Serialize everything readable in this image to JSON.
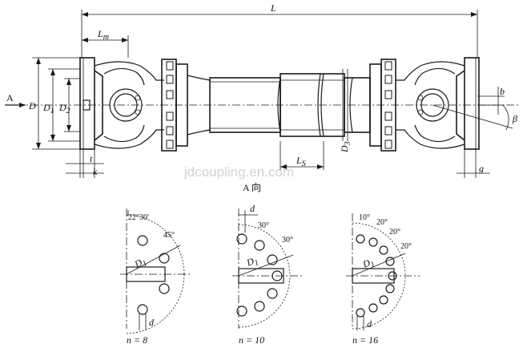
{
  "dimension_labels": {
    "overall_length": "L",
    "flange_length": "L",
    "flange_length_sub": "m",
    "telescopic_length": "L",
    "telescopic_length_sub": "S",
    "D": "D",
    "D1": "D",
    "D1_sub": "1",
    "D2": "D",
    "D2_sub": "2",
    "D3": "D",
    "D3_sub": "3",
    "t": "t",
    "k": "k",
    "b": "b",
    "beta": "β",
    "g": "g",
    "arrow_A": "A",
    "view_A": "A 向"
  },
  "watermark": "jdcoupling.en.com",
  "bolt_patterns": [
    {
      "count_label": "n = 8",
      "d_label": "d",
      "D1_label": "D",
      "D1_sub": "1",
      "angle_labels": [
        "22°30′",
        "45°"
      ]
    },
    {
      "count_label": "n = 10",
      "d_label": "d",
      "D1_label": "D",
      "D1_sub": "1",
      "angle_labels": [
        "30°",
        "30°"
      ]
    },
    {
      "count_label": "n = 16",
      "d_label": "d",
      "D1_label": "D",
      "D1_sub": "1",
      "angle_labels": [
        "10°",
        "20°",
        "20°",
        "20°"
      ]
    }
  ]
}
